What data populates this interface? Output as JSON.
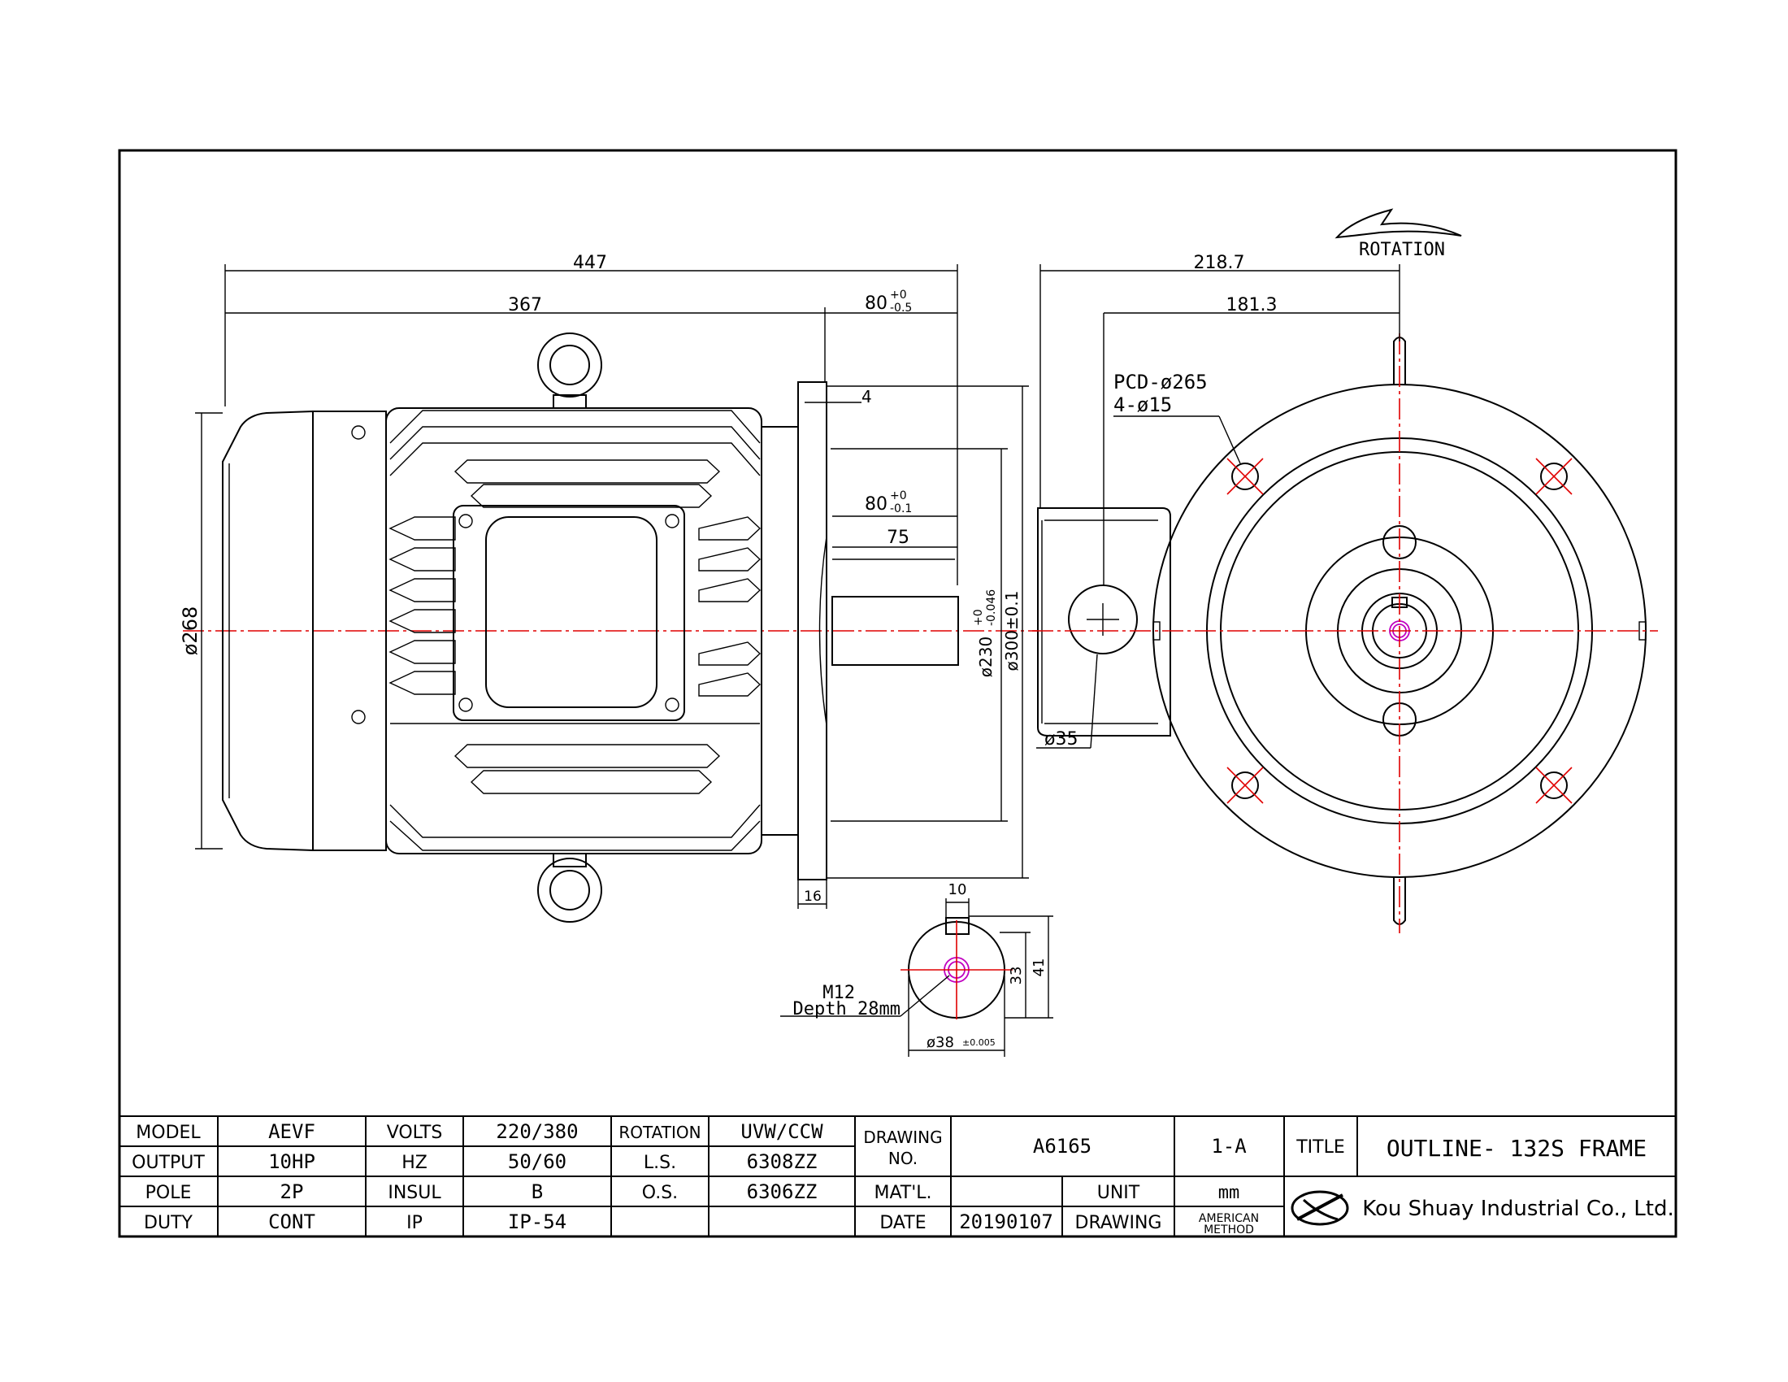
{
  "rotation_label": "ROTATION",
  "dims": {
    "d447": "447",
    "d367": "367",
    "d80a": "80",
    "d80a_tol_up": "+0",
    "d80a_tol_dn": "-0.5",
    "d4": "4",
    "d80b": "80",
    "d80b_tol_up": "+0",
    "d80b_tol_dn": "-0.1",
    "d75": "75",
    "d268": "ø268",
    "d230": "ø230",
    "d230_tol_up": "+0",
    "d230_tol_dn": "-0.046",
    "d300": "ø300±0.1",
    "d16": "16",
    "d218": "218.7",
    "d181": "181.3",
    "pcd": "PCD-ø265",
    "holes": "4-ø15",
    "d35": "ø35",
    "d10": "10",
    "d33": "33",
    "d41": "41",
    "d38": "ø38",
    "d38_tol": "±0.005",
    "m12": "M12",
    "depth": "Depth 28mm"
  },
  "title_block": {
    "model_label": "MODEL",
    "model": "AEVF",
    "output_label": "OUTPUT",
    "output": "10HP",
    "pole_label": "POLE",
    "pole": "2P",
    "duty_label": "DUTY",
    "duty": "CONT",
    "volts_label": "VOLTS",
    "volts": "220/380",
    "hz_label": "HZ",
    "hz": "50/60",
    "insul_label": "INSUL",
    "insul": "B",
    "ip_label": "IP",
    "ip": "IP-54",
    "rotation_label": "ROTATION",
    "rotation": "UVW/CCW",
    "ls_label": "L.S.",
    "ls": "6308ZZ",
    "os_label": "O.S.",
    "os": "6306ZZ",
    "drawing_no_label1": "DRAWING",
    "drawing_no_label2": "NO.",
    "drawing_no": "A6165",
    "revision": "1-A",
    "matl_label": "MAT'L.",
    "unit_label": "UNIT",
    "unit": "mm",
    "date_label": "DATE",
    "date": "20190107",
    "drawing_label": "DRAWING",
    "method1": "AMERICAN",
    "method2": "METHOD",
    "title_label": "TITLE",
    "title": "OUTLINE- 132S FRAME",
    "company": "Kou Shuay Industrial Co., Ltd."
  }
}
